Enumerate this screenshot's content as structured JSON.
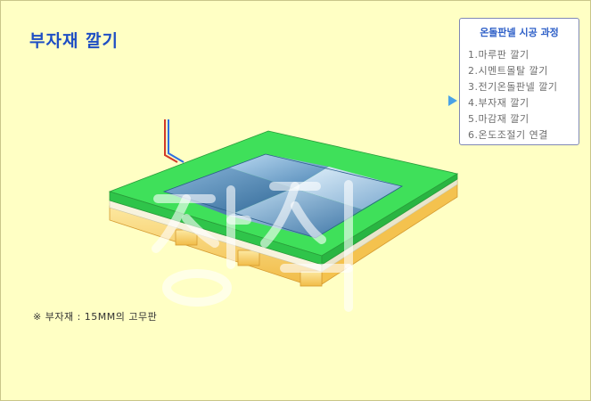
{
  "page": {
    "title": "부자재 깔기"
  },
  "steps_panel": {
    "title": "온돌판넬 시공 과정",
    "items": [
      {
        "label": "1.마루판 깔기"
      },
      {
        "label": "2.시멘트몰탈 깔기"
      },
      {
        "label": "3.전기온돌판넬 깔기"
      },
      {
        "label": "4.부자재 깔기"
      },
      {
        "label": "5.마감재 깔기"
      },
      {
        "label": "6.온도조절기 연결"
      }
    ],
    "current_index": 3
  },
  "note": "※  부자재 : 15MM의 고무판",
  "colors": {
    "background": "#ffffc4",
    "title": "#1f4fc4",
    "frame_green": "#3fe05a",
    "joist_orange": "#f5c454",
    "panel_blue": "#3f75a4",
    "wire_red": "#d23a28",
    "wire_blue": "#2f6fe0"
  }
}
